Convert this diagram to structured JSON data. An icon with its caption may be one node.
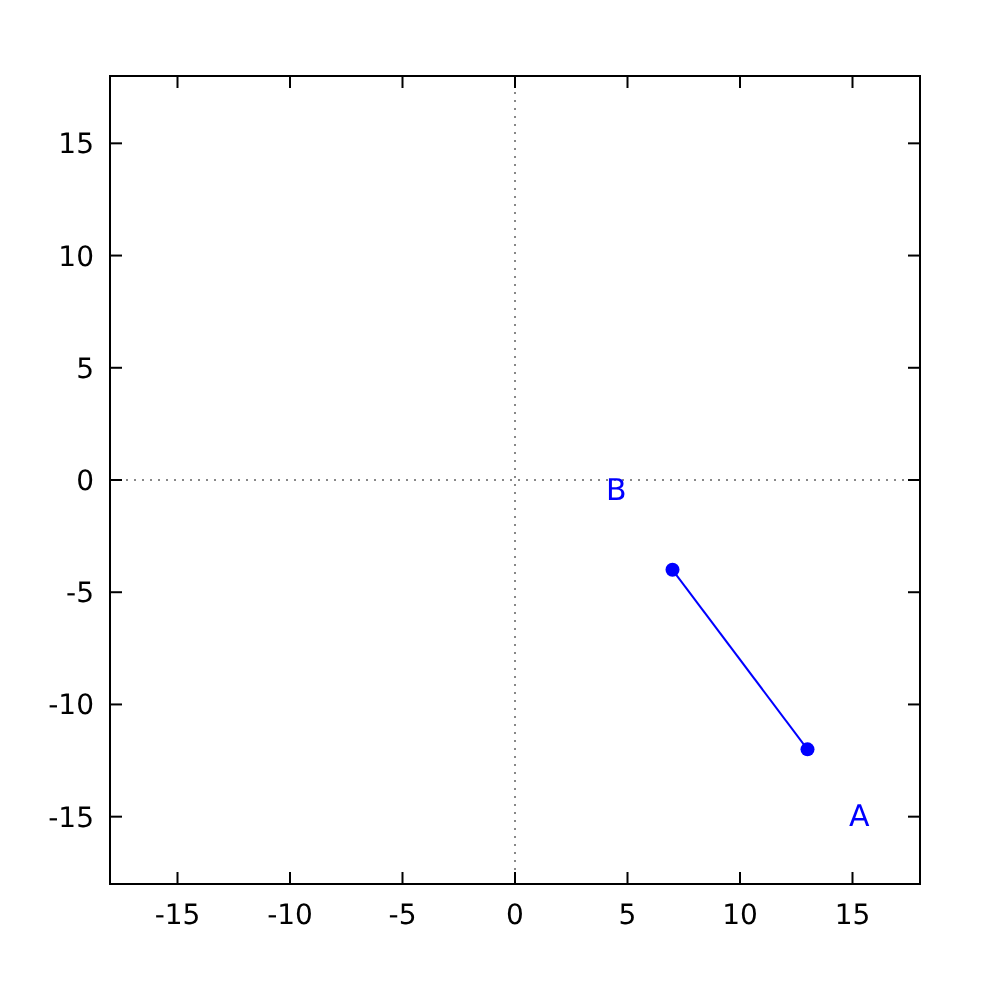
{
  "diagram": {
    "chart_data": {
      "type": "line",
      "x": [
        7,
        13
      ],
      "series": [
        {
          "color": "#0000ff",
          "marker": "circle",
          "values": [
            -4,
            -12
          ]
        }
      ],
      "xlim": [
        -18,
        18
      ],
      "ylim": [
        -18,
        18
      ],
      "xticks": [
        -15,
        -10,
        -5,
        0,
        5,
        10,
        15
      ],
      "yticks": [
        -15,
        -10,
        -5,
        0,
        5,
        10,
        15
      ],
      "annotations": [
        "B",
        "A"
      ]
    }
  }
}
